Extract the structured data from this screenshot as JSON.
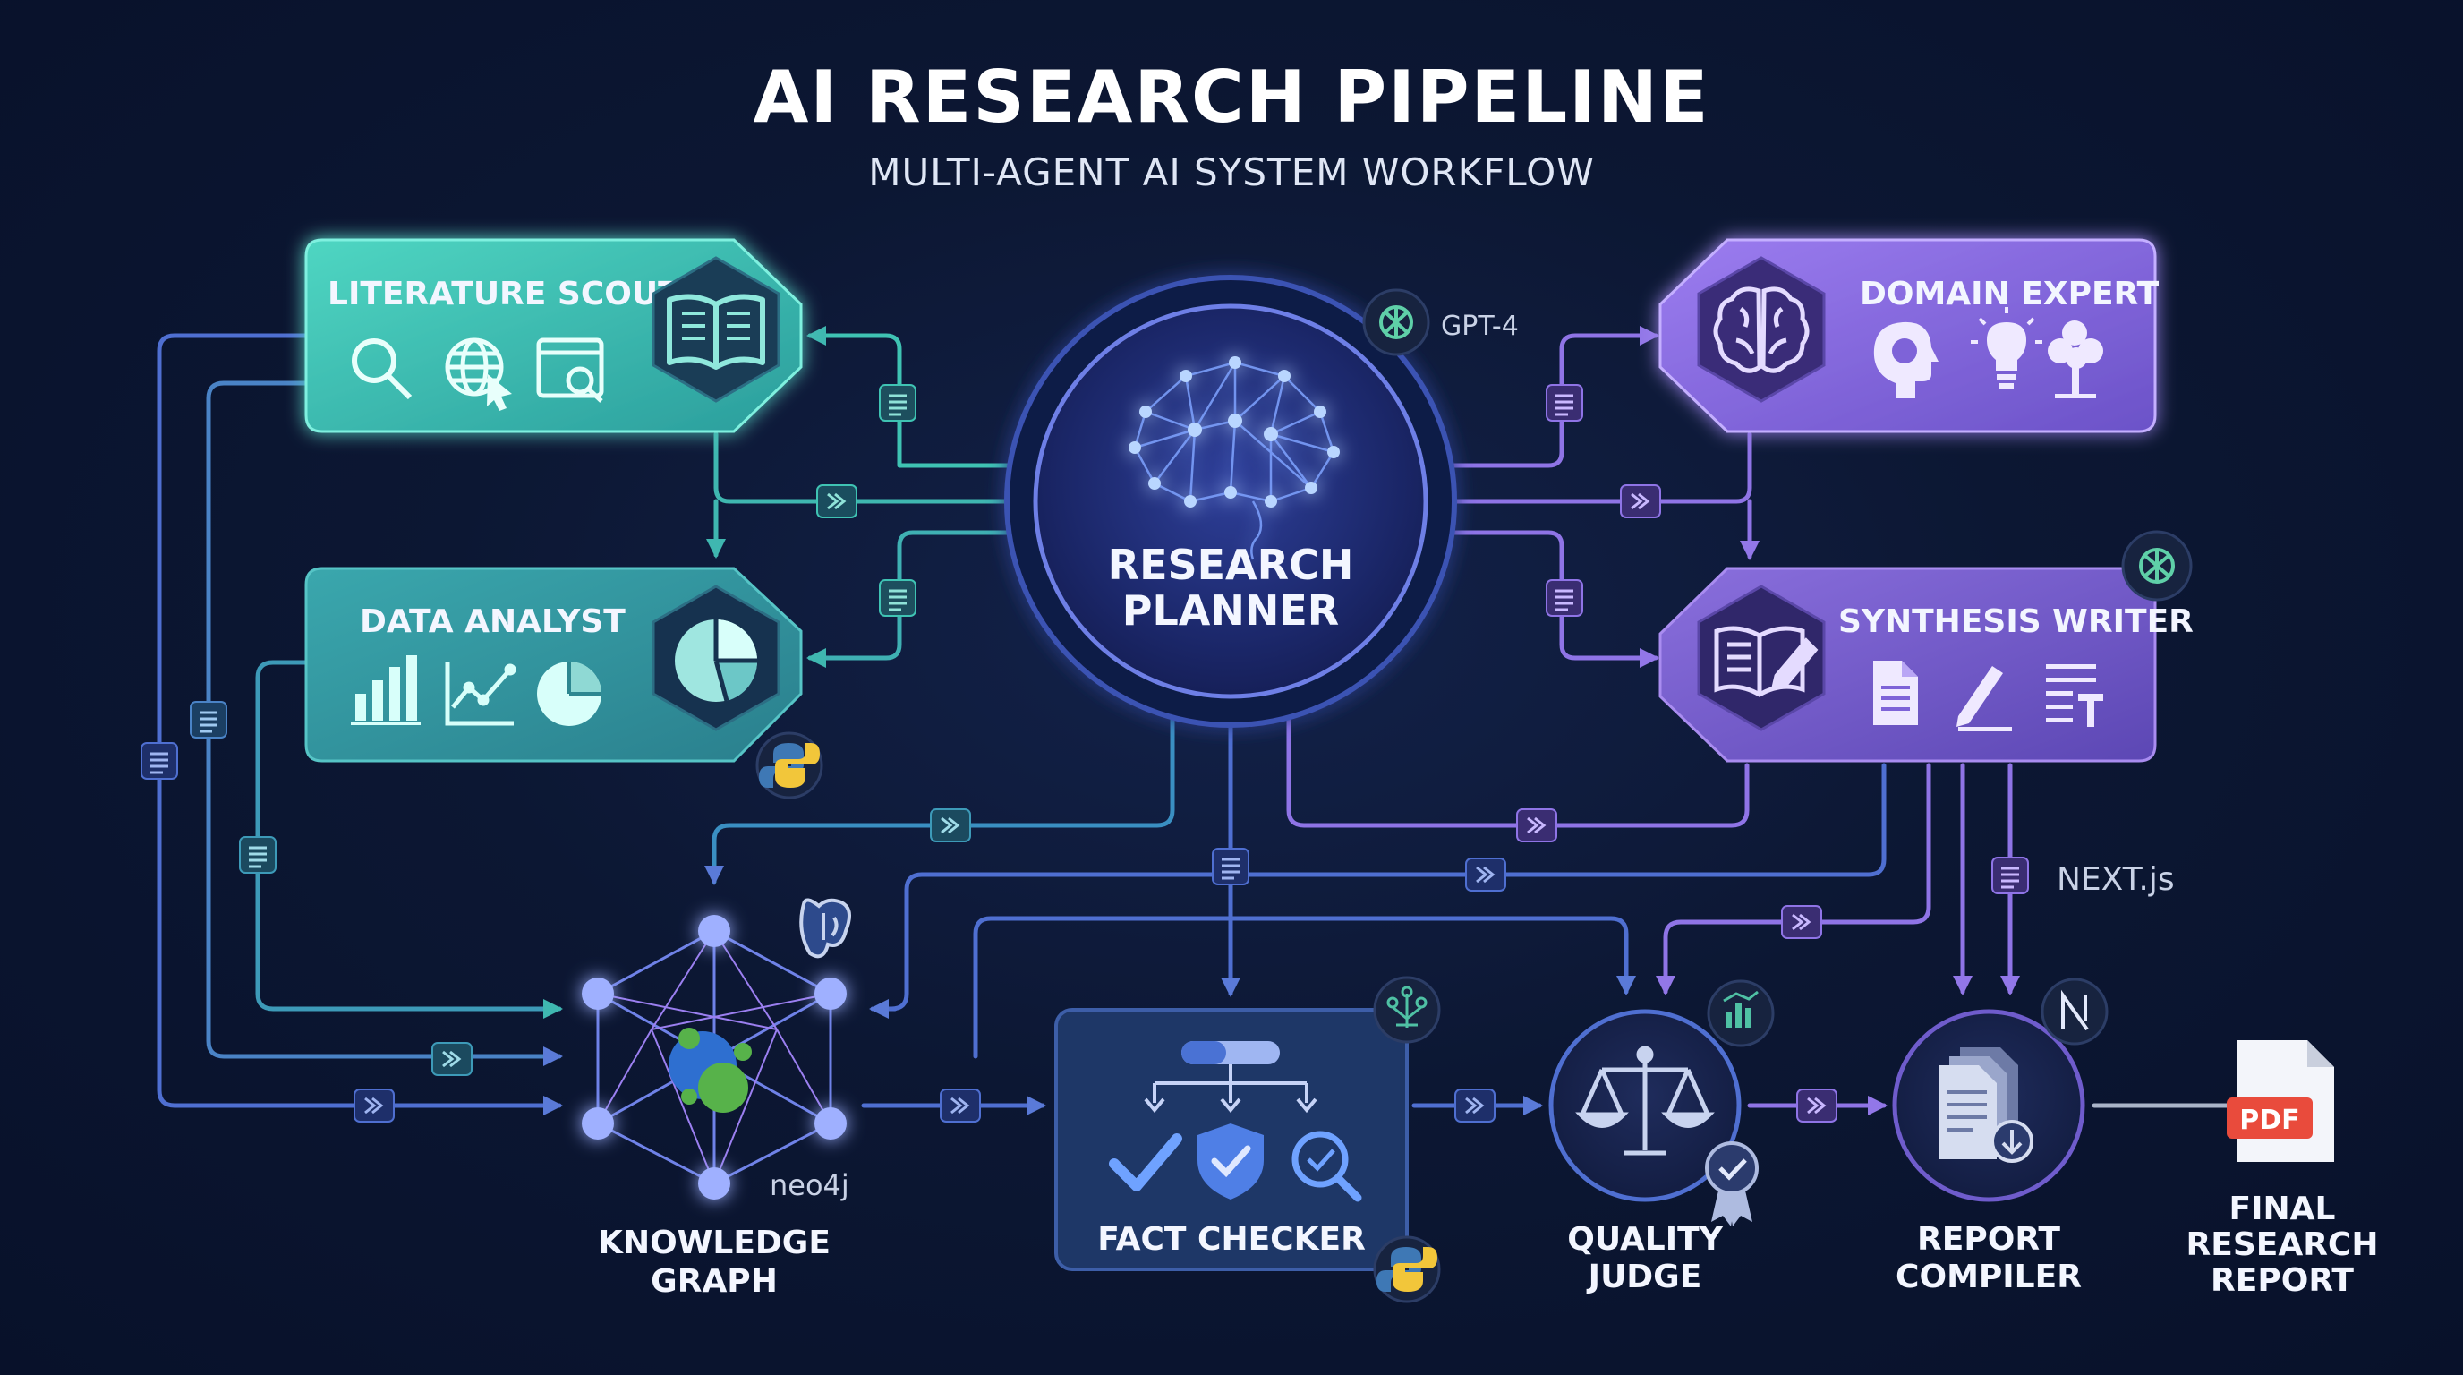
{
  "header": {
    "title": "AI RESEARCH PIPELINE",
    "subtitle": "MULTI-AGENT AI SYSTEM WORKFLOW"
  },
  "nodes": {
    "planner": {
      "line1": "RESEARCH",
      "line2": "PLANNER",
      "badge": "GPT-4"
    },
    "literature_scout": {
      "label": "LITERATURE SCOUT"
    },
    "data_analyst": {
      "label": "DATA ANALYST"
    },
    "domain_expert": {
      "label": "DOMAIN EXPERT"
    },
    "synthesis_writer": {
      "label": "SYNTHESIS WRITER",
      "badge": "NEXT.js"
    },
    "knowledge_graph": {
      "line1": "KNOWLEDGE",
      "line2": "GRAPH",
      "badge": "neo4j"
    },
    "fact_checker": {
      "label": "FACT CHECKER"
    },
    "quality_judge": {
      "line1": "QUALITY",
      "line2": "JUDGE"
    },
    "report_compiler": {
      "line1": "REPORT",
      "line2": "COMPILER"
    },
    "final_report": {
      "line1": "FINAL",
      "line2": "RESEARCH",
      "line3": "REPORT",
      "file_tag": "PDF"
    }
  },
  "colors": {
    "teal": "#3fc3b3",
    "teal_dark": "#2a8f95",
    "blue": "#4f6fd1",
    "purple": "#8a6be0",
    "purple_light": "#a98cf0",
    "background": "#0c1733"
  }
}
